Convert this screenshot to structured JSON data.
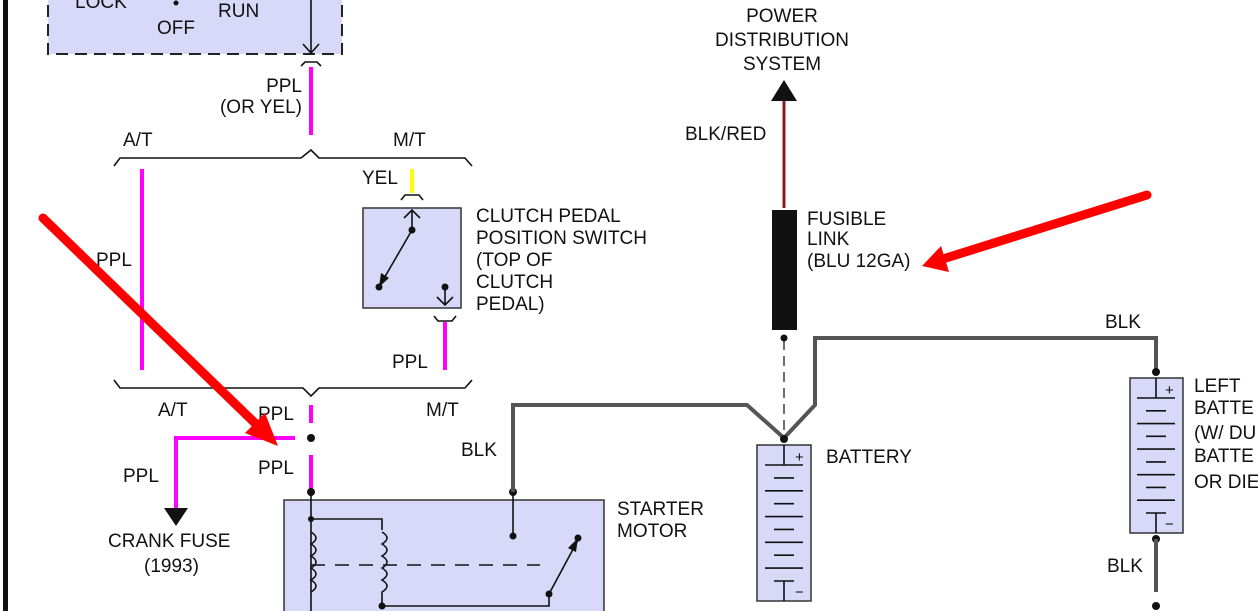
{
  "colors": {
    "ppl": "#ff00ff",
    "yel": "#ffff00",
    "blk": "#555555",
    "blk_red": "#8b1a1a",
    "component_fill": "#d8d8f8",
    "annotation_arrow": "#ff0000"
  },
  "ignition": {
    "lock": "LOCK",
    "off": "OFF",
    "run": "RUN"
  },
  "wires": {
    "ppl_or_yel_1": "PPL",
    "ppl_or_yel_2": "(OR YEL)",
    "at_top": "A/T",
    "mt_top": "M/T",
    "ppl_at": "PPL",
    "yel": "YEL",
    "ppl_mt": "PPL",
    "at_bottom": "A/T",
    "mt_bottom": "M/T",
    "ppl_upper": "PPL",
    "ppl_lower": "PPL",
    "ppl_left": "PPL",
    "blk_starter": "BLK",
    "blk_red": "BLK/RED",
    "blk_top": "BLK",
    "blk_bottom": "BLK"
  },
  "clutch_switch": {
    "lines": [
      "CLUTCH PEDAL",
      "POSITION SWITCH",
      "(TOP OF",
      "CLUTCH",
      "PEDAL)"
    ]
  },
  "crank_fuse": {
    "line1": "CRANK FUSE",
    "line2": "(1993)"
  },
  "power": {
    "lines": [
      "POWER",
      "DISTRIBUTION",
      "SYSTEM"
    ]
  },
  "fusible_link": {
    "lines": [
      "FUSIBLE",
      "LINK",
      "(BLU 12GA)"
    ]
  },
  "starter": {
    "lines": [
      "STARTER",
      "MOTOR"
    ]
  },
  "battery": {
    "label": "BATTERY",
    "plus": "+",
    "minus": "−"
  },
  "left_battery": {
    "lines": [
      "LEFT",
      "BATTE",
      "(W/ DU",
      "BATTE",
      "OR DIE"
    ],
    "plus": "+",
    "minus": "−"
  }
}
